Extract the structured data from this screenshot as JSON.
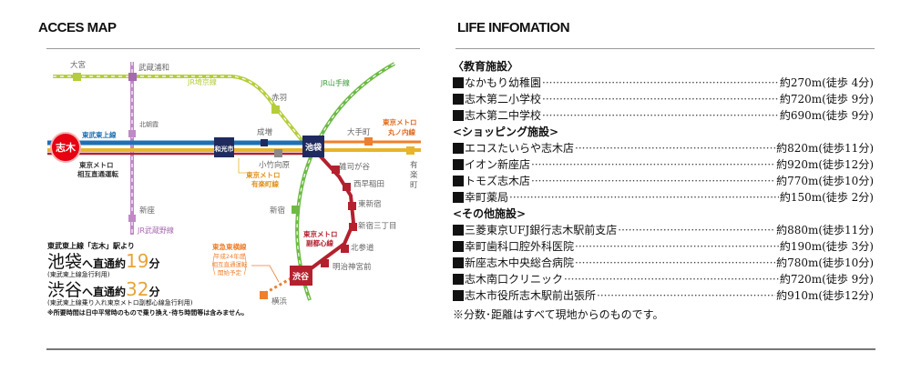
{
  "access_map": {
    "title": "ACCES MAP",
    "stations": {
      "omiya": "大宮",
      "musashi_urawa": "武蔵浦和",
      "akabane": "赤羽",
      "kita_asaka": "北朝霞",
      "shiki": "志木",
      "wakoshi": "和光市",
      "narimasu": "成増",
      "kotake_mukaihara": "小竹向原",
      "ikebukuro": "池袋",
      "otemachi": "大手町",
      "yurakucho": "有楽町",
      "zoshigaya": "雑司が谷",
      "nishi_waseda": "西早稲田",
      "higashi_shinjuku": "東新宿",
      "shinjuku_sanchome": "新宿三丁目",
      "kita_sando": "北参道",
      "meiji_jingumae": "明治神宮前",
      "shibuya": "渋谷",
      "shinjuku": "新宿",
      "niiza": "新座",
      "yokohama": "横浜"
    },
    "lines": {
      "tobu_tojo": "東武東上線",
      "jr_saikyo": "JR埼京線",
      "jr_yamanote": "JR山手線",
      "jr_musashino": "JR武蔵野線",
      "metro_through_1": "東京メトロ",
      "metro_through_2": "相互直通運転",
      "metro_yurakucho_1": "東京メトロ",
      "metro_yurakucho_2": "有楽町線",
      "metro_marunouchi_1": "東京メトロ",
      "metro_marunouchi_2": "丸ノ内線",
      "metro_fukutoshin_1": "東京メトロ",
      "metro_fukutoshin_2": "副都心線",
      "tokyu_toyoko": "東急東横線",
      "tokyu_note_1": "平成24年度",
      "tokyu_note_2": "相互直通運転",
      "tokyu_note_3": "開始予定"
    },
    "colors": {
      "tobu": "#1f6fb4",
      "yurakucho": "#e7b52a",
      "fukutoshin": "#b4202e",
      "marunouchi": "#ee7f2d",
      "saikyo": "#b6cd3a",
      "yamanote": "#6dbb45",
      "musashino": "#c08ac6",
      "tokyu": "#ee7f2d",
      "hub": "#1f2a5e",
      "shiki": "#e60012",
      "accent_number": "#e8a33a"
    },
    "access": {
      "from": "東武東上線「志木」駅より",
      "route1_dest": "池袋",
      "route1_mid": "へ直通約",
      "route1_minutes": "19",
      "route1_unit": "分",
      "route1_note": "(東武東上線急行利用)",
      "route2_dest": "渋谷",
      "route2_mid": "へ直通約",
      "route2_minutes": "32",
      "route2_unit": "分",
      "route2_note": "(東武東上線乗り入れ東京メトロ副都心線急行利用)",
      "footnote": "※所要時間は日中平常時のもので乗り換え･待ち時間等は含みません。"
    }
  },
  "life_info": {
    "title": "LIFE INFOMATION",
    "categories": [
      {
        "label": "〈教育施設〉",
        "items": [
          {
            "name": "なかもり幼稚園",
            "dist": "約270m(徒歩 4分)"
          },
          {
            "name": "志木第二小学校",
            "dist": "約720m(徒歩 9分)"
          },
          {
            "name": "志木第二中学校",
            "dist": "約690m(徒歩 9分)"
          }
        ]
      },
      {
        "label": "<ショッピング施設>",
        "items": [
          {
            "name": "エコスたいらや志木店",
            "dist": "約820m(徒歩11分)"
          },
          {
            "name": "イオン新座店",
            "dist": "約920m(徒歩12分)"
          },
          {
            "name": "トモズ志木店",
            "dist": "約770m(徒歩10分)"
          },
          {
            "name": "幸町薬局",
            "dist": "約150m(徒歩 2分)"
          }
        ]
      },
      {
        "label": "<その他施設>",
        "items": [
          {
            "name": "三菱東京UFJ銀行志木駅前支店",
            "dist": "約880m(徒歩11分)"
          },
          {
            "name": "幸町歯科口腔外科医院",
            "dist": "約190m(徒歩 3分)"
          },
          {
            "name": "新座志木中央総合病院",
            "dist": "約780m(徒歩10分)"
          },
          {
            "name": "志木南口クリニック",
            "dist": "約720m(徒歩 9分)"
          },
          {
            "name": "志木市役所志木駅前出張所",
            "dist": "約910m(徒歩12分)"
          }
        ]
      }
    ],
    "note": "※分数･距離はすべて現地からのものです。"
  }
}
